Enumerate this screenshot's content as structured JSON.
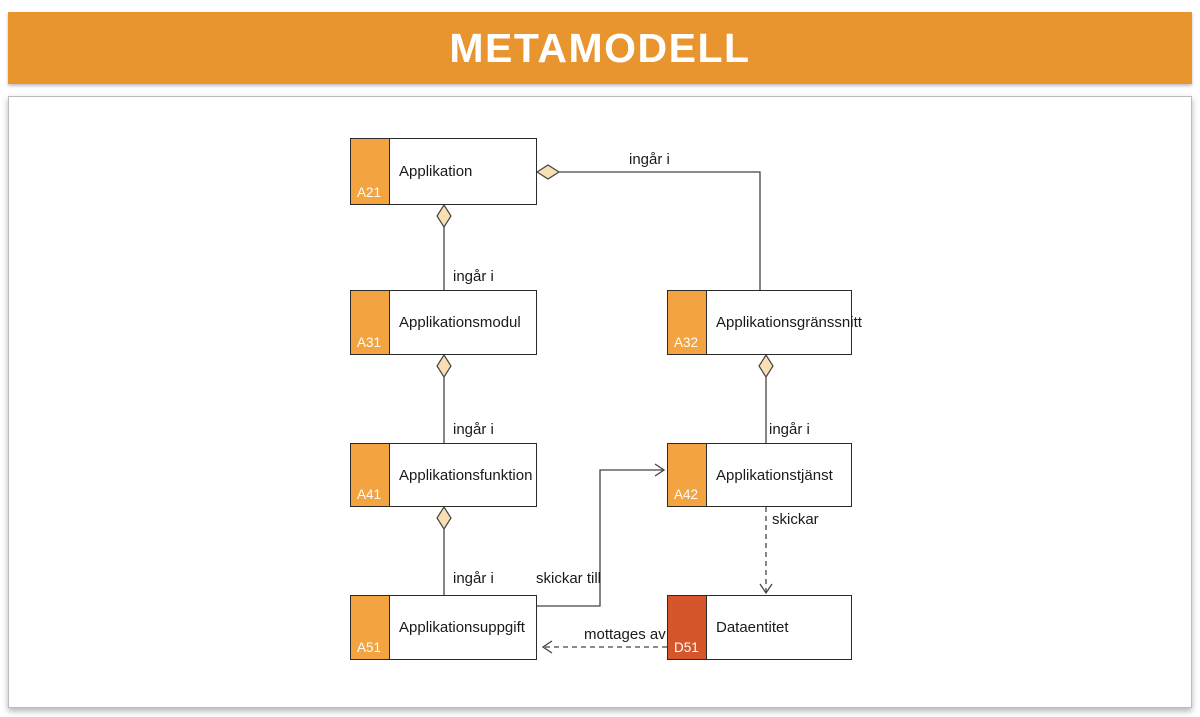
{
  "banner": {
    "title": "METAMODELL"
  },
  "colors": {
    "banner-bg": "#E8942F",
    "banner-fg": "#FFFFFF",
    "tab-app": "#F3A340",
    "tab-data": "#D4562A",
    "diamond-fill": "#F8DFB4",
    "line": "#444444",
    "text": "#1A1A1A",
    "panel-border": "#BBBBBB"
  },
  "diagram": {
    "nodes": [
      {
        "code": "A21",
        "name": "Applikation"
      },
      {
        "code": "A31",
        "name": "Applikationsmodul"
      },
      {
        "code": "A32",
        "name": "Applikationsgränssnitt"
      },
      {
        "code": "A41",
        "name": "Applikationsfunktion"
      },
      {
        "code": "A42",
        "name": "Applikationstjänst"
      },
      {
        "code": "A51",
        "name": "Applikationsuppgift"
      },
      {
        "code": "D51",
        "name": "Dataentitet"
      }
    ],
    "edges": [
      {
        "from": "Applikationsmodul",
        "to": "Applikation",
        "relation": "aggregation",
        "label": "ingår i"
      },
      {
        "from": "Applikationsgränssnitt",
        "to": "Applikation",
        "relation": "aggregation",
        "label": "ingår i"
      },
      {
        "from": "Applikationsfunktion",
        "to": "Applikationsmodul",
        "relation": "aggregation",
        "label": "ingår i"
      },
      {
        "from": "Applikationstjänst",
        "to": "Applikationsgränssnitt",
        "relation": "aggregation",
        "label": "ingår i"
      },
      {
        "from": "Applikationsuppgift",
        "to": "Applikationsfunktion",
        "relation": "aggregation",
        "label": "ingår i"
      },
      {
        "from": "Applikationsuppgift",
        "to": "Applikationstjänst",
        "relation": "arrow",
        "label": "skickar till"
      },
      {
        "from": "Applikationstjänst",
        "to": "Dataentitet",
        "relation": "dashed-arrow",
        "label": "skickar"
      },
      {
        "from": "Dataentitet",
        "to": "Applikationsuppgift",
        "relation": "dashed-arrow",
        "label": "mottages av"
      }
    ]
  }
}
